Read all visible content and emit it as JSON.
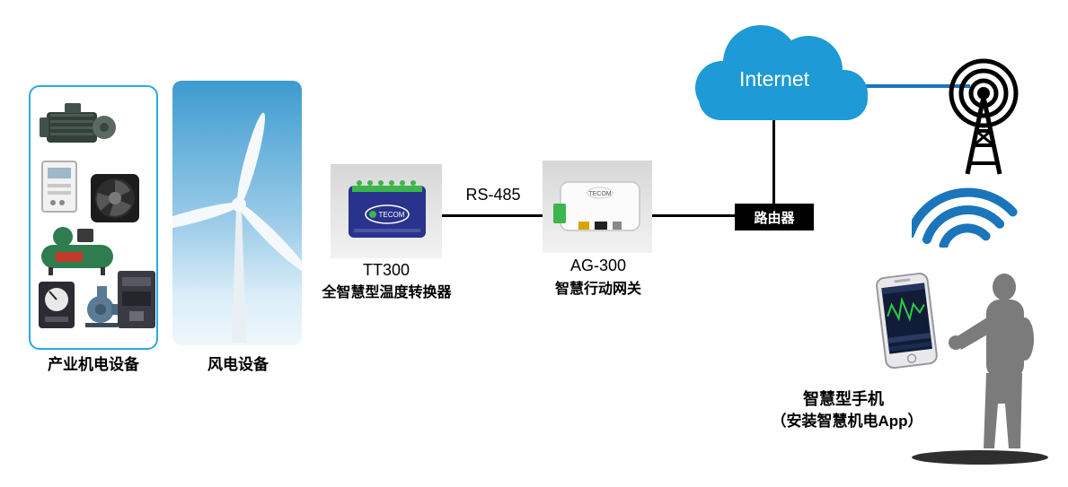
{
  "colors": {
    "cloud_blue": "#1e9ad6",
    "link_blue": "#1b75bb",
    "device_navy": "#2a338b",
    "accent_green": "#3cb54a",
    "silhouette_gray": "#7b7b7b",
    "box_border_blue": "#29abe2",
    "line_black": "#000000",
    "router_bg": "#000000"
  },
  "equipment_panel": {
    "label": "产业机电设备"
  },
  "wind_panel": {
    "label": "风电设备"
  },
  "tt300": {
    "name": "TT300",
    "desc": "全智慧型温度转换器",
    "brand": "TECOM"
  },
  "link": {
    "label": "RS-485"
  },
  "ag300": {
    "name": "AG-300",
    "desc": "智慧行动网关",
    "brand": "TECOM"
  },
  "router": {
    "label": "路由器"
  },
  "internet": {
    "label": "Internet"
  },
  "smartphone": {
    "label_line1": "智慧型手机",
    "label_line2": "（安装智慧机电App）"
  },
  "icons": {
    "antenna": "broadcast-tower-icon",
    "wifi": "wifi-waves-icon",
    "cloud": "internet-cloud",
    "person": "person-silhouette",
    "phone": "smartphone-image",
    "equipment": [
      "motor-icon",
      "controller-icon",
      "fan-icon",
      "compressor-icon",
      "meter-icon",
      "pump-icon",
      "breaker-icon"
    ]
  }
}
